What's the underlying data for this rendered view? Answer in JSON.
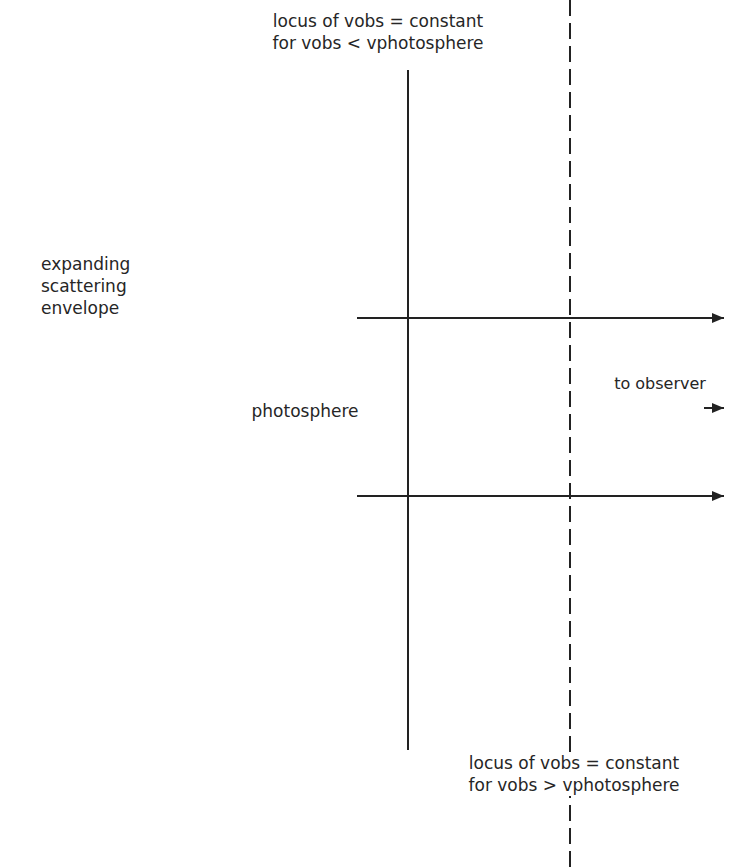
{
  "diagram": {
    "nodes": [
      {
        "text": [
          "expanding scattering envelope"
        ]
      },
      {
        "text": [
          "photosphere"
        ],
        "in": 0
      }
    ],
    "labels": [
      "locus of vobs = constant for vobs < vphotosphere",
      "locus of vobs = constant for vobs > vphotosphere",
      "to observer"
    ]
  }
}
